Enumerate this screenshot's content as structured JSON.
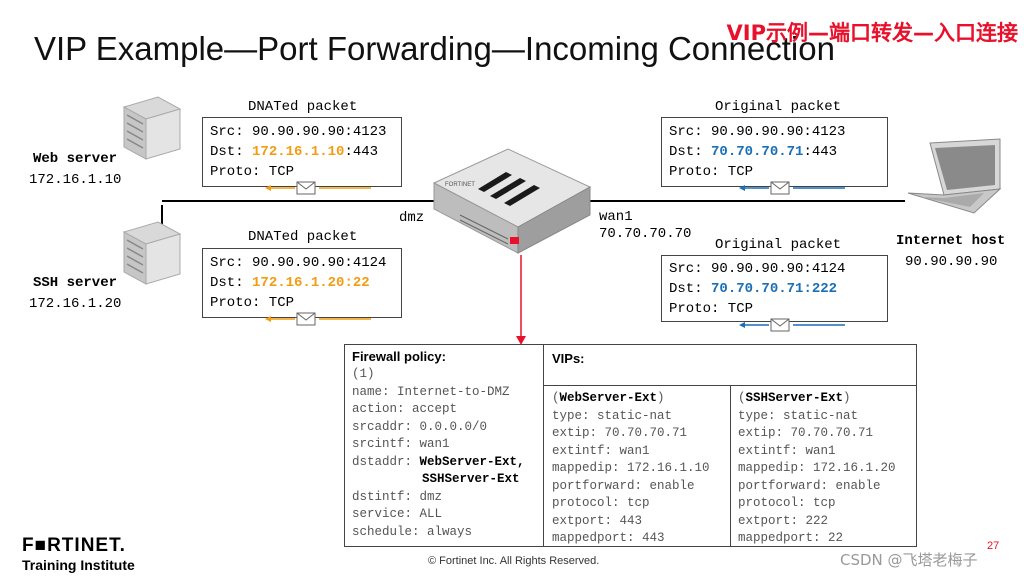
{
  "title": "VIP Example—Port Forwarding—Incoming Connection",
  "cn_title": "VIP示例—端口转发—入口连接",
  "colors": {
    "accent_orange": "#f39c12",
    "accent_blue": "#1a6fb5",
    "link_red": "#e8102a",
    "arrow_orange": "#f39c12",
    "arrow_blue": "#1a6fb5"
  },
  "web_server": {
    "name": "Web server",
    "ip": "172.16.1.10"
  },
  "ssh_server": {
    "name": "SSH server",
    "ip": "172.16.1.20"
  },
  "internet_host": {
    "name": "Internet host",
    "ip": "90.90.90.90"
  },
  "firewall": {
    "dmz_label": "dmz",
    "wan_label": "wan1",
    "wan_ip": "70.70.70.70"
  },
  "packets": {
    "dnat1": {
      "caption": "DNATed packet",
      "src_label": "Src: ",
      "src": "90.90.90.90:4123",
      "dst_label": "Dst: ",
      "dst_ip": "172.16.1.10",
      "dst_port": ":443",
      "proto": "Proto: TCP"
    },
    "dnat2": {
      "caption": "DNATed packet",
      "src_label": "Src: ",
      "src": "90.90.90.90:4124",
      "dst_label": "Dst: ",
      "dst_ip": "172.16.1.20",
      "dst_port": ":22",
      "proto": "Proto: TCP"
    },
    "orig1": {
      "caption": "Original packet",
      "src_label": "Src: ",
      "src": "90.90.90.90:4123",
      "dst_label": "Dst: ",
      "dst_ip": "70.70.70.71",
      "dst_port": ":443",
      "proto": "Proto: TCP"
    },
    "orig2": {
      "caption": "Original packet",
      "src_label": "Src: ",
      "src": "90.90.90.90:4124",
      "dst_label": "Dst: ",
      "dst_ip": "70.70.70.71",
      "dst_port": ":222",
      "proto": "Proto: TCP"
    }
  },
  "policy": {
    "header": "Firewall policy:",
    "id": "(1)",
    "name": "name: Internet-to-DMZ",
    "action": "action: accept",
    "srcaddr": "srcaddr: 0.0.0.0/0",
    "srcintf": "srcintf: wan1",
    "dstaddr_label": "dstaddr: ",
    "dstaddr_1": "WebServer-Ext,",
    "dstaddr_2": "SSHServer-Ext",
    "dstintf": "dstintf: dmz",
    "service": "service: ALL",
    "schedule": "schedule: always"
  },
  "vips": {
    "header": "VIPs:",
    "web": {
      "name": "WebServer-Ext",
      "type": "type: static-nat",
      "extip": "extip: 70.70.70.71",
      "extintf": "extintf: wan1",
      "mappedip": "mappedip: 172.16.1.10",
      "portforward": "portforward: enable",
      "protocol": "protocol: tcp",
      "extport": "extport: 443",
      "mappedport": "mappedport: 443"
    },
    "ssh": {
      "name": "SSHServer-Ext",
      "type": "type: static-nat",
      "extip": "extip: 70.70.70.71",
      "extintf": "extintf: wan1",
      "mappedip": "mappedip: 172.16.1.20",
      "portforward": "portforward: enable",
      "protocol": "protocol: tcp",
      "extport": "extport: 222",
      "mappedport": "mappedport: 22"
    }
  },
  "footer": {
    "logo": "F■RTINET.",
    "institute": "Training Institute",
    "copyright": "© Fortinet Inc. All Rights Reserved.",
    "page": "27",
    "watermark": "CSDN @飞塔老梅子"
  }
}
